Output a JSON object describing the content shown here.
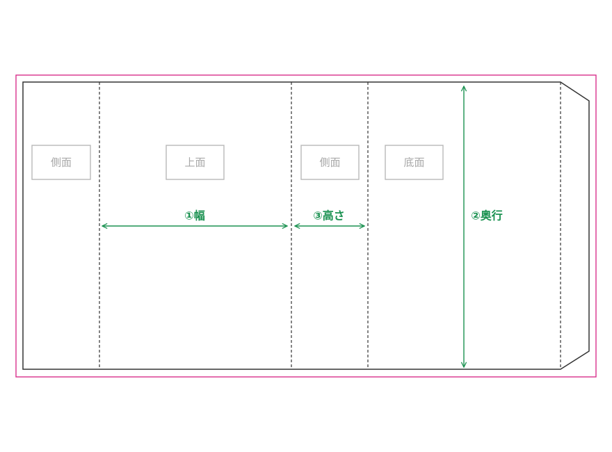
{
  "colors": {
    "bleed": "#d9308c",
    "outline": "#333333",
    "fold": "#333333",
    "panel_box": "#b8b8b8",
    "panel_text": "#a8a8a8",
    "dimension": "#1a9150"
  },
  "panels": [
    {
      "label": "側面"
    },
    {
      "label": "上面"
    },
    {
      "label": "側面"
    },
    {
      "label": "底面"
    }
  ],
  "dimensions": {
    "width": {
      "label": "①幅"
    },
    "height": {
      "label": "③高さ"
    },
    "depth": {
      "label": "②奥行"
    }
  }
}
